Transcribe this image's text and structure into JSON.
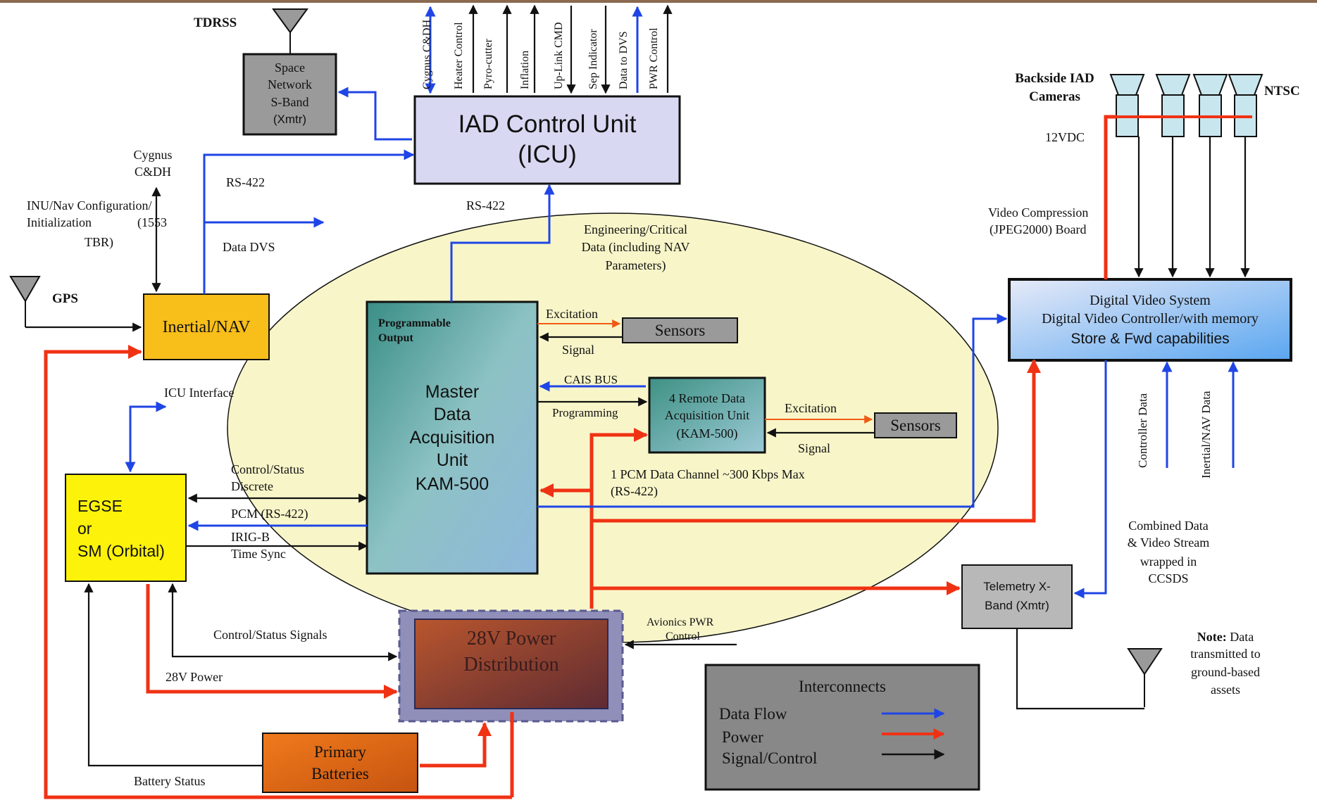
{
  "colors": {
    "data_flow": "#1f45e6",
    "power": "#f03214",
    "signal": "#111111"
  },
  "labels": {
    "tdrss": "TDRSS",
    "space_network_1": "Space",
    "space_network_2": "Network",
    "space_network_3": "S-Band",
    "space_network_4": "(Xmtr)",
    "icu_1": "IAD Control Unit",
    "icu_2": "(ICU)",
    "out_cygnus": "Cygnus C&DH",
    "out_heater": "Heater Control",
    "out_pyro": "Pyro-cutter",
    "out_inflation": "Inflation",
    "out_uplink": "Up-Link CMD",
    "out_sep": "Sep Indicator",
    "out_dvs": "Data to DVS",
    "out_pwr": "PWR Control",
    "cygnus_cdh_1": "Cygnus",
    "cygnus_cdh_2": "C&DH",
    "inu_1": "INU/Nav Configuration/",
    "inu_2": "Initialization",
    "inu_3": "(1553",
    "inu_4": "TBR)",
    "rs422_a": "RS-422",
    "rs422_b": "RS-422",
    "data_dvs": "Data DVS",
    "gps": "GPS",
    "inertial_nav": "Inertial/NAV",
    "icu_interface": "ICU Interface",
    "eng_1": "Engineering/Critical",
    "eng_2": "Data (including NAV",
    "eng_3": "Parameters)",
    "prog_output_1": "Programmable",
    "prog_output_2": "Output",
    "mdau_1": "Master",
    "mdau_2": "Data",
    "mdau_3": "Acquisition",
    "mdau_4": "Unit",
    "mdau_5": "KAM-500",
    "excitation_a": "Excitation",
    "signal_a": "Signal",
    "sensors_a": "Sensors",
    "cais_bus": "CAIS BUS",
    "programming": "Programming",
    "rdau_1": "4 Remote Data",
    "rdau_2": "Acquisition Unit",
    "rdau_3": "(KAM-500)",
    "excitation_b": "Excitation",
    "signal_b": "Signal",
    "sensors_b": "Sensors",
    "pcm_channel_1": "1 PCM Data Channel ~300 Kbps Max",
    "pcm_channel_2": "(RS-422)",
    "control_status_1": "Control/Status",
    "control_status_2": "Discrete",
    "pcm_rs422": "PCM (RS-422)",
    "irig_1": "IRIG-B",
    "irig_2": "Time Sync",
    "egse_1": "EGSE",
    "egse_2": "or",
    "egse_3": "SM (Orbital)",
    "control_status_signals": "Control/Status Signals",
    "power_28v": "28V Power",
    "pdu_1": "28V Power",
    "pdu_2": "Distribution",
    "avionics_1": "Avionics PWR",
    "avionics_2": "Control",
    "batteries_1": "Primary",
    "batteries_2": "Batteries",
    "battery_status": "Battery Status",
    "backside_1": "Backside IAD",
    "backside_2": "Cameras",
    "ntsc": "NTSC",
    "vdc12": "12VDC",
    "video_comp_1": "Video Compression",
    "video_comp_2": "(JPEG2000) Board",
    "dvs_1": "Digital Video System",
    "dvs_2": "Digital Video Controller/with memory",
    "dvs_3": "Store & Fwd capabilities",
    "controller_data": "Controller Data",
    "inertial_nav_data": "Inertial/NAV Data",
    "combined_1": "Combined Data",
    "combined_2": "& Video Stream",
    "combined_3": "wrapped in",
    "combined_4": "CCSDS",
    "telemetry_1": "Telemetry X-",
    "telemetry_2": "Band (Xmtr)",
    "note_bold": "Note:",
    "note_1": " Data",
    "note_2": "transmitted to",
    "note_3": "ground-based",
    "note_4": "assets",
    "legend_title": "Interconnects",
    "legend_data": "Data Flow",
    "legend_power": "Power",
    "legend_signal": "Signal/Control"
  }
}
